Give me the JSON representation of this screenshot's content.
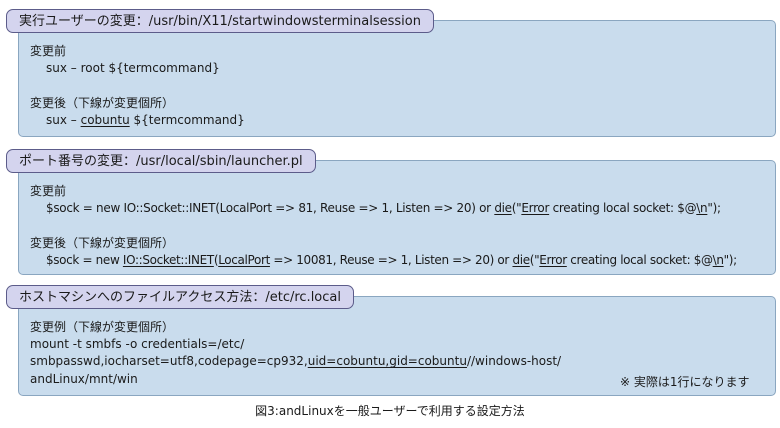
{
  "section1": {
    "title": "実行ユーザーの変更：/usr/bin/X11/startwindowsterminalsession",
    "before_label": "変更前",
    "before_code": "sux – root ${termcommand}",
    "after_label": "変更後（下線が変更個所）",
    "after_code": [
      "sux – ",
      "cobuntu",
      " ${termcommand}"
    ]
  },
  "section2": {
    "title": "ポート番号の変更：/usr/local/sbin/launcher.pl",
    "before_label": "変更前",
    "before_code": [
      "$sock = new IO::Socket::INET(LocalPort => 81, Reuse => 1, Listen => 20) or ",
      "die",
      "(\"",
      "Error",
      " creating local socket: $@",
      "\\n",
      "\");"
    ],
    "after_label": "変更後（下線が変更個所）",
    "after_code": [
      "$sock = new ",
      "IO::Socket::INET",
      "(",
      "LocalPort",
      " => 10081, Reuse => 1, Listen => 20) or ",
      "die",
      "(\"",
      "Error",
      " creating local socket: $@",
      "\\n",
      "\");"
    ]
  },
  "section3": {
    "title": "ホストマシンへのファイルアクセス方法：/etc/rc.local",
    "label": "変更例（下線が変更個所）",
    "line1": "mount -t smbfs -o credentials=/etc/",
    "line2": [
      "smbpasswd,iocharset=utf8,codepage=cp932,",
      "uid=cobuntu,gid=cobuntu",
      "//windows-host/"
    ],
    "line3": "andLinux/mnt/win",
    "note": "※ 実際は1行になります"
  },
  "caption": "図3:andLinuxを一般ユーザーで利用する設定方法"
}
